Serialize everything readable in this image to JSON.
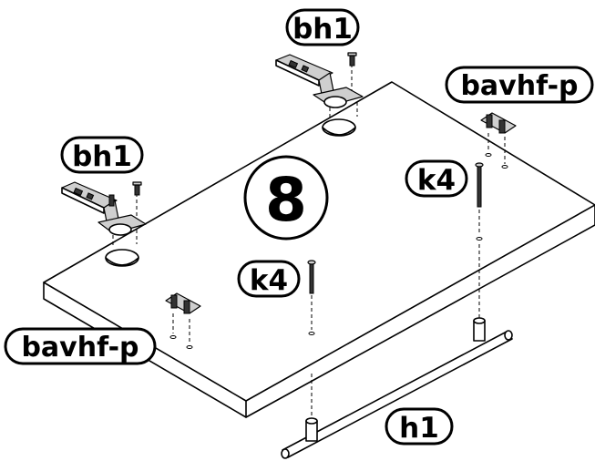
{
  "step_number": "8",
  "labels": {
    "hinge_top": "bh1",
    "hinge_left": "bh1",
    "bracket_right": "bavhf-p",
    "bracket_left": "bavhf-p",
    "screw_right": "k4",
    "screw_center": "k4",
    "handle": "h1"
  },
  "icons": [
    "hinge-icon",
    "mounting-bracket-icon",
    "screw-icon",
    "handle-icon"
  ]
}
